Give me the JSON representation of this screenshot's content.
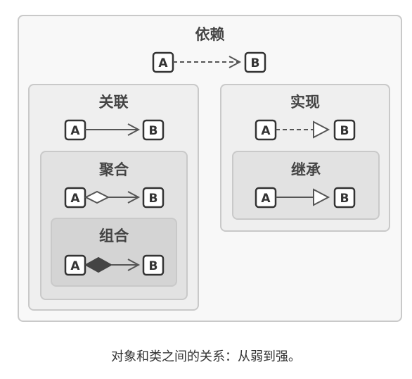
{
  "dependency": {
    "title": "依赖"
  },
  "association": {
    "title": "关联"
  },
  "aggregation": {
    "title": "聚合"
  },
  "composition": {
    "title": "组合"
  },
  "realization": {
    "title": "实现"
  },
  "inheritance": {
    "title": "继承"
  },
  "class_a": "A",
  "class_b": "B",
  "caption": "对象和类之间的关系：从弱到强。"
}
